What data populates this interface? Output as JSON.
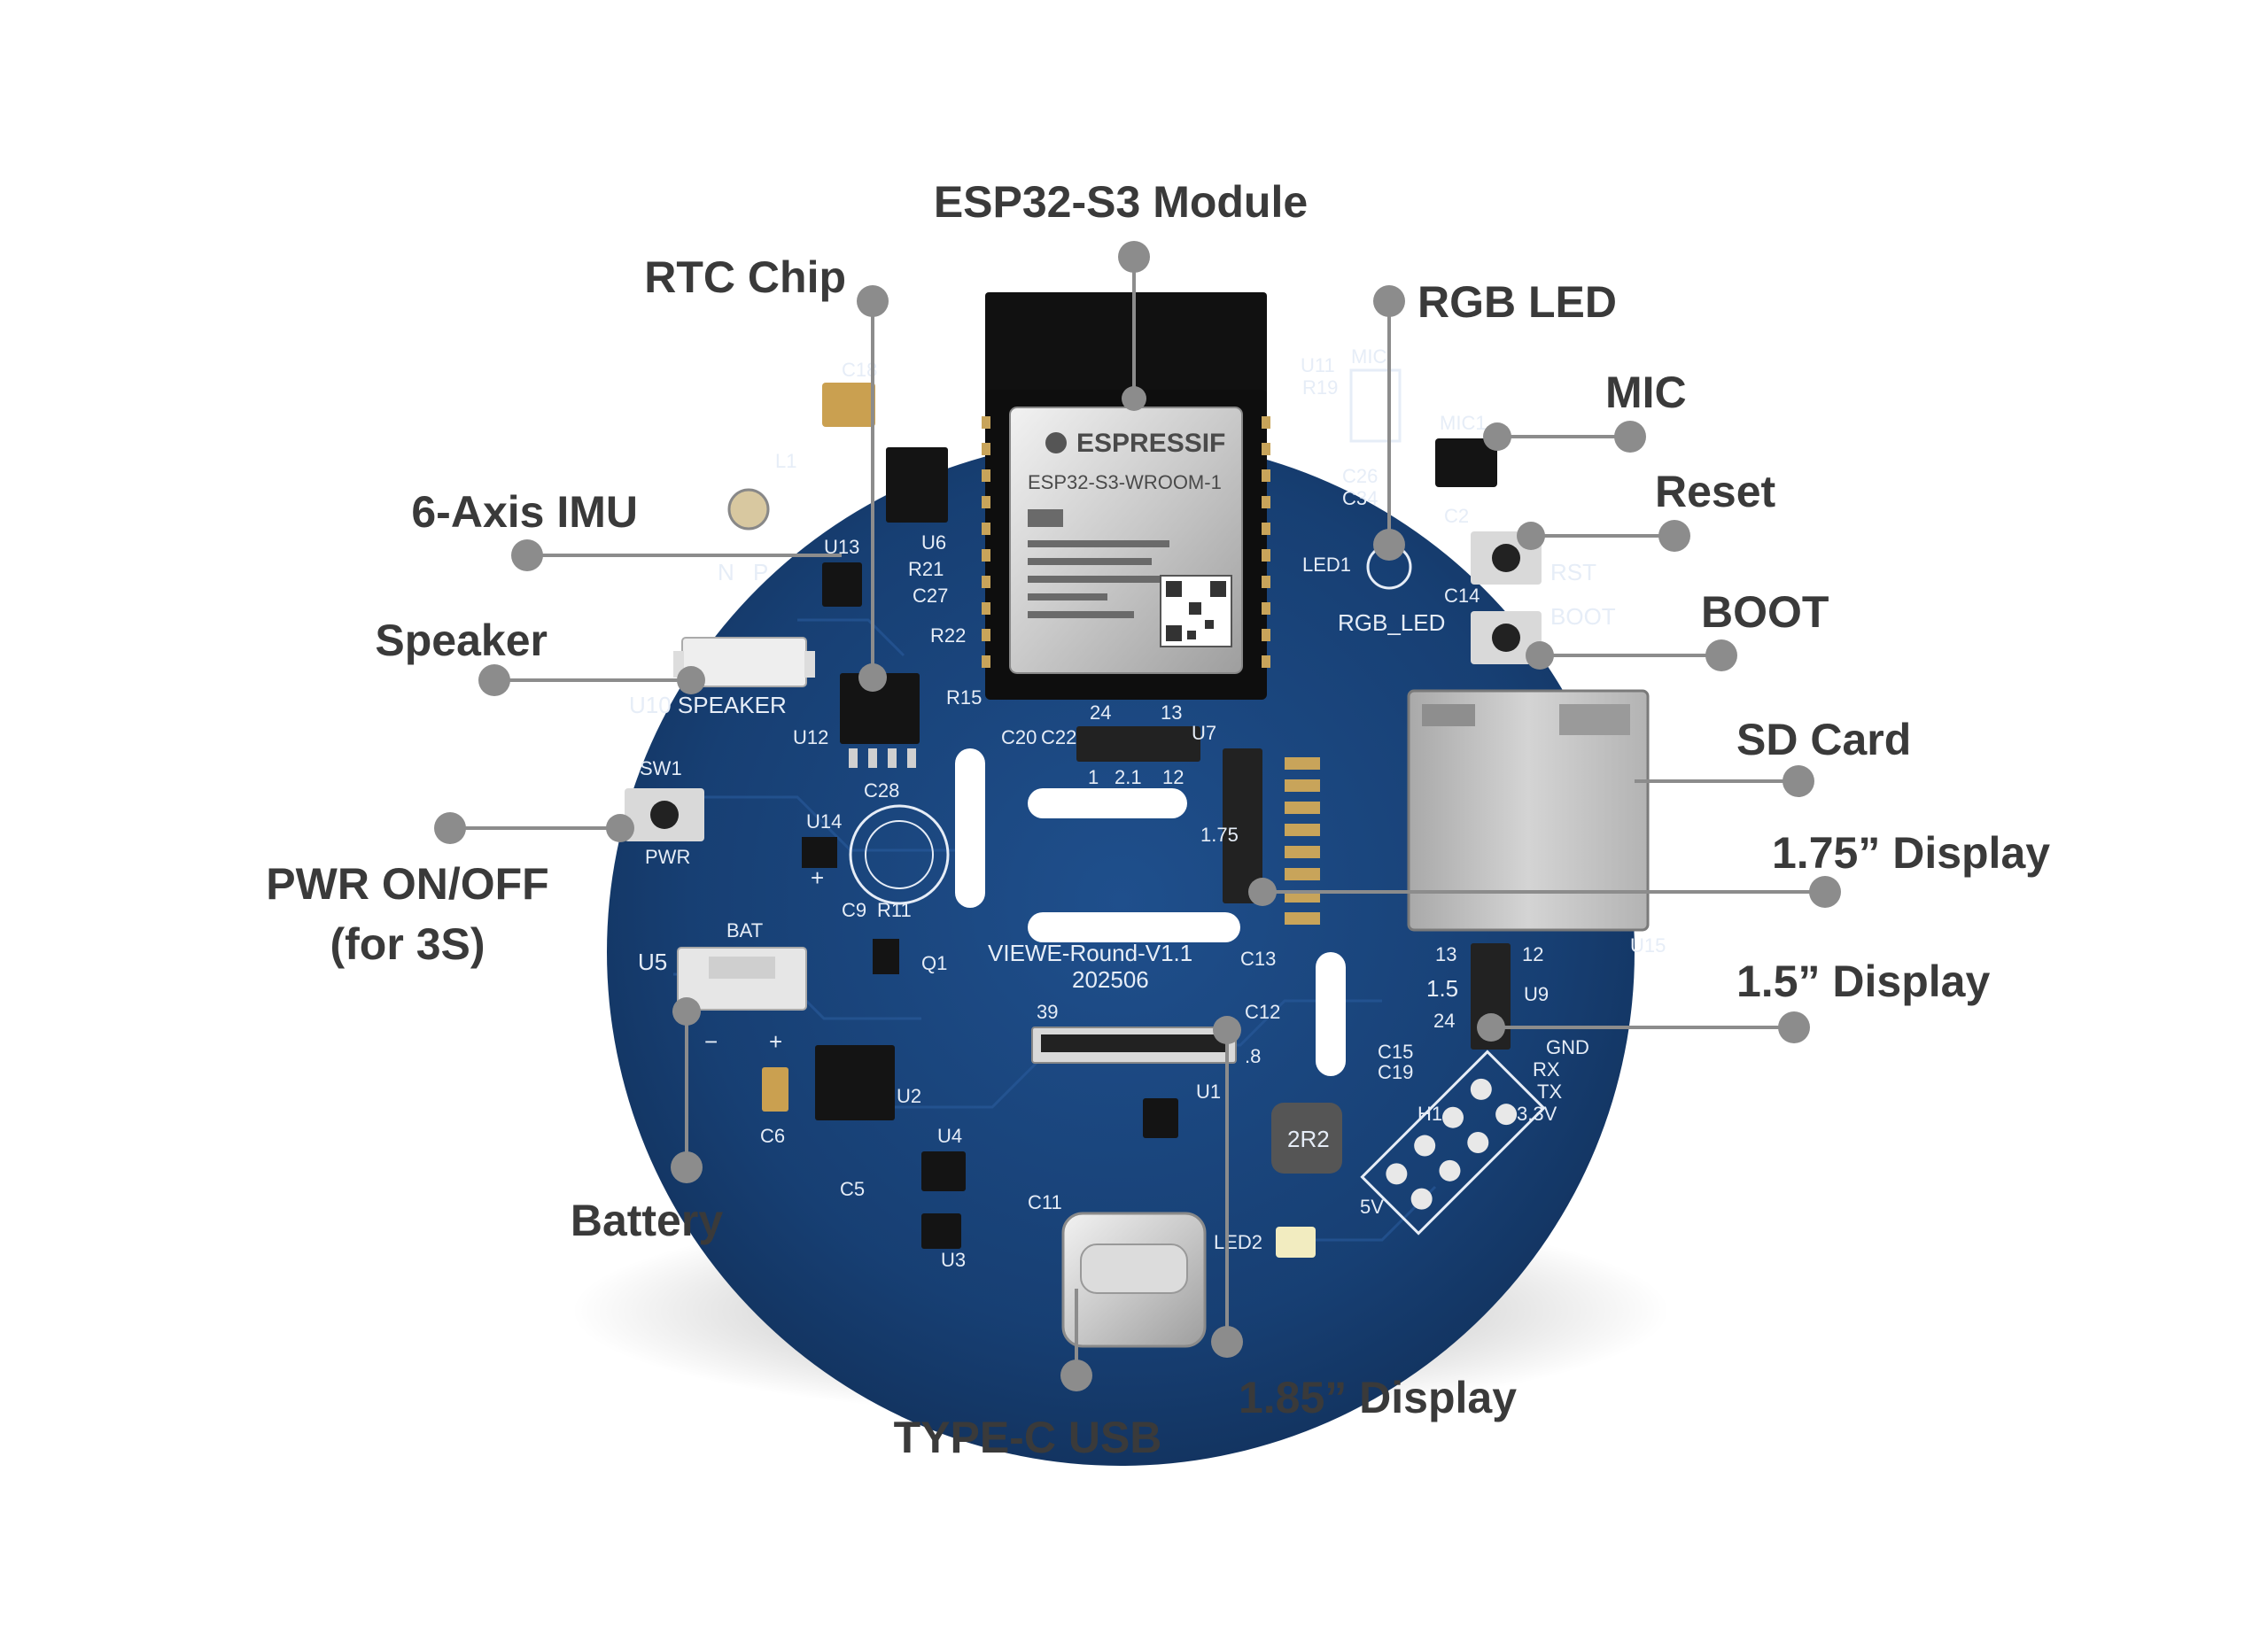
{
  "callouts": {
    "esp32": "ESP32-S3 Module",
    "rtc": "RTC Chip",
    "rgb_led": "RGB LED",
    "mic": "MIC",
    "imu": "6-Axis IMU",
    "reset": "Reset",
    "speaker": "Speaker",
    "boot": "BOOT",
    "sd_card": "SD Card",
    "pwr_line1": "PWR ON/OFF",
    "pwr_line2": "(for 3S)",
    "display_175": "1.75” Display",
    "display_15": "1.5” Display",
    "battery": "Battery",
    "display_185": "1.85” Display",
    "usb": "TYPE-C USB"
  },
  "silkscreen": {
    "module_brand": "ESPRESSIF",
    "module_part": "ESP32-S3-WROOM-1",
    "board_name": "VIEWE-Round-V1.1",
    "board_date": "202506",
    "rst": "RST",
    "boot": "BOOT",
    "rgb_led": "RGB_LED",
    "led1": "LED1",
    "mic": "MIC",
    "mic1": "MIC1",
    "u11": "U11",
    "r19": "R19",
    "speaker": "U10 SPEAKER",
    "pwr": "PWR",
    "sw1": "SW1",
    "bat": "BAT",
    "u5": "U5",
    "u12": "U12",
    "u14": "U14",
    "u13": "U13",
    "u6": "U6",
    "u7": "U7",
    "u15": "U15",
    "u9": "U9",
    "u2": "U2",
    "u4": "U4",
    "u3": "U3",
    "u1": "U1",
    "h1": "H1",
    "inductor": "2R2",
    "led2": "LED2",
    "fpc_24": "24",
    "fpc_13": "13",
    "fpc_1": "1",
    "fpc_12": "12",
    "size_21": "2.1",
    "size_175": "1.75",
    "size_15": "1.5",
    "fpc_39": "39",
    "size_18": ".8",
    "n_label": "N",
    "p_label": "P",
    "plus": "+",
    "minus": "−",
    "gnd": "GND",
    "rx": "RX",
    "tx": "TX",
    "v33": "3.3V",
    "v5": "5V",
    "c18": "C18",
    "l1": "L1",
    "c26": "C26",
    "c34": "C34",
    "c2": "C2",
    "c14": "C14",
    "c20": "C20",
    "c22": "C22",
    "c28": "C28",
    "c9": "C9",
    "r11": "R11",
    "c6": "C6",
    "c5": "C5",
    "c11": "C11",
    "c15": "C15",
    "c19": "C19",
    "c13": "C13",
    "c12": "C12",
    "q1": "Q1",
    "r15": "R15",
    "r21": "R21",
    "r22": "R22",
    "c27": "C27"
  }
}
